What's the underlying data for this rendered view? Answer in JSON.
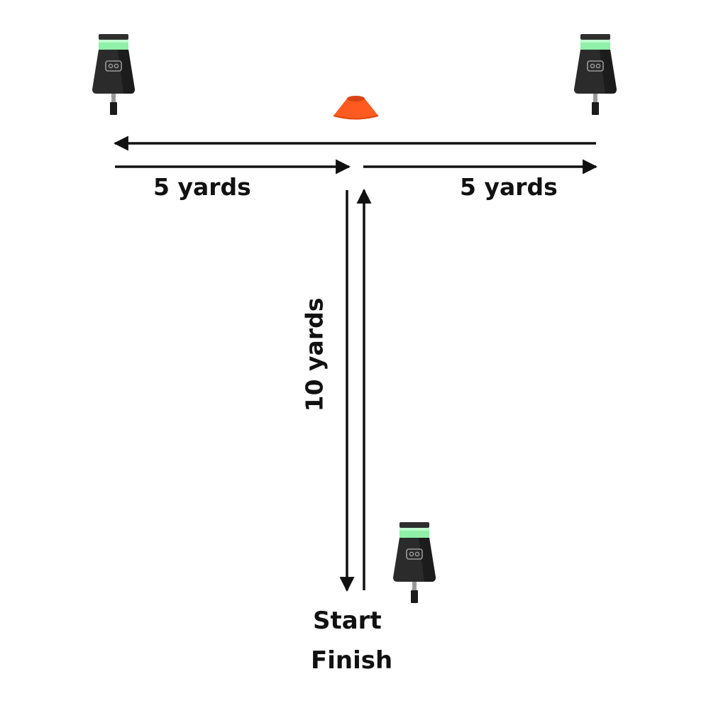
{
  "labels": {
    "left_distance": "5 yards",
    "right_distance": "5 yards",
    "vertical_distance": "10 yards",
    "start": "Start",
    "finish": "Finish"
  },
  "colors": {
    "arrow": "#111111",
    "cone": "#ff5a1f",
    "sensor_body": "#2a2a2a",
    "sensor_light": "#7fe69a"
  },
  "icons": [
    "light-sensor-icon",
    "light-sensor-icon",
    "light-sensor-icon",
    "orange-cone-icon"
  ]
}
